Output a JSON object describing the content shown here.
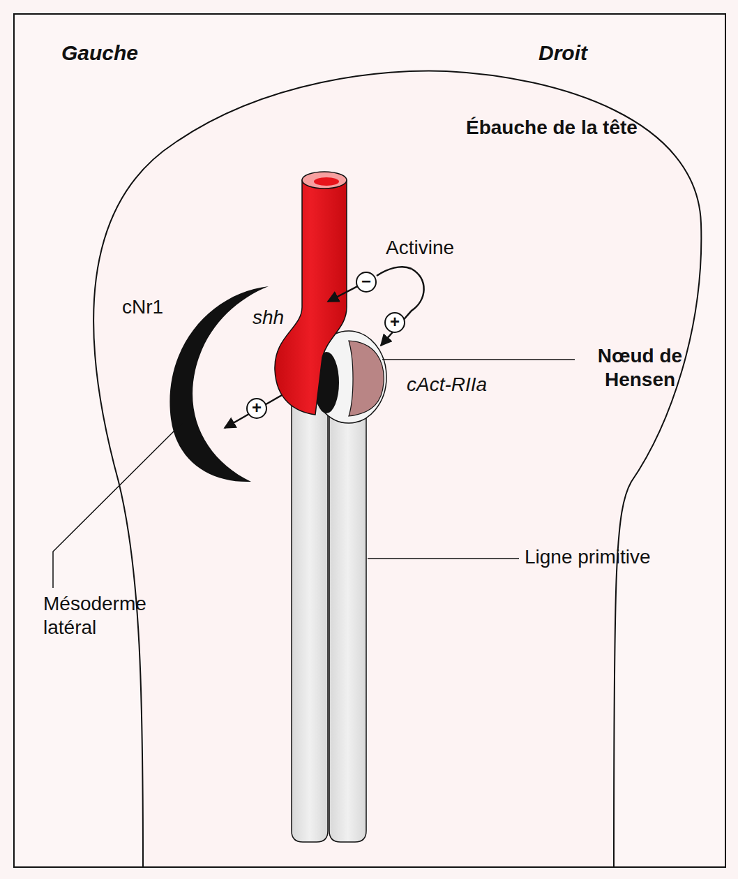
{
  "diagram": {
    "labels": [
      "Gauche",
      "Droit",
      "Ébauche de la tête",
      "Activine",
      "−",
      "+",
      "cNr1",
      "shh",
      "Nœud de Hensen",
      "cAct-RIIa",
      "+",
      "Ligne primitive",
      "Mésoderme latéral"
    ]
  }
}
